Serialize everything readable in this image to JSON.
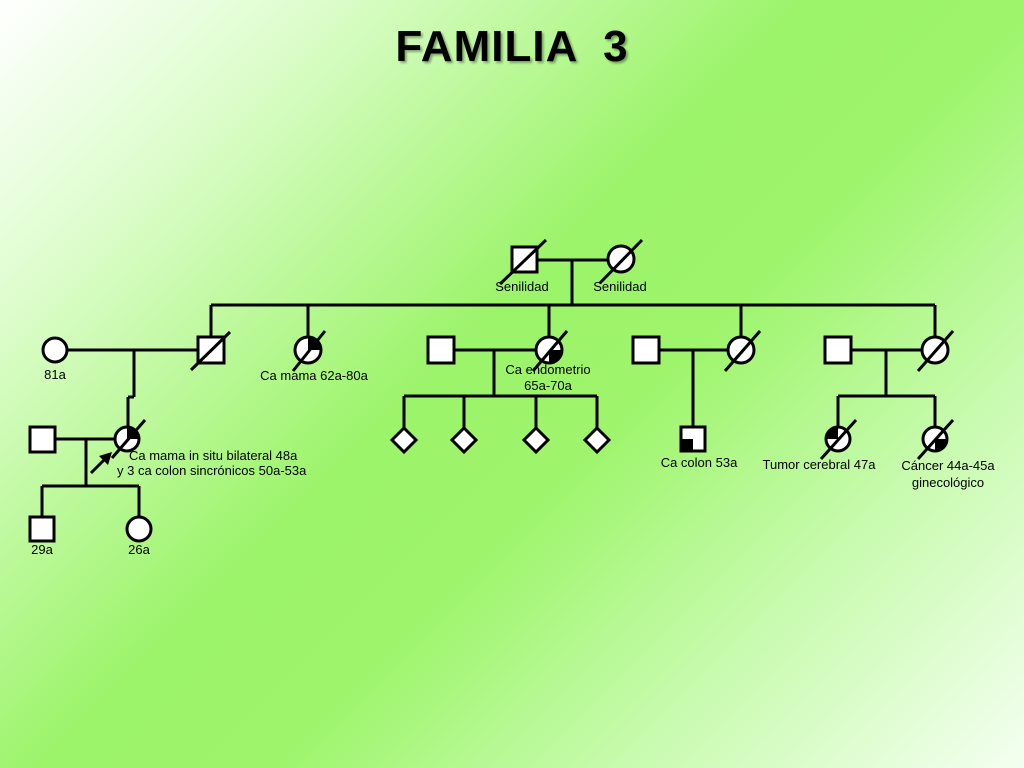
{
  "title": "FAMILIA  3",
  "colors": {
    "line": "#000000",
    "fill": "#ffffff",
    "affected": "#000000"
  },
  "labels": {
    "gen1_father": "Senilidad",
    "gen1_mother": "Senilidad",
    "outside_wife_age": "81a",
    "son1_partner_note": "",
    "daughter1": "Ca mama 62a-80a",
    "daughter2_line1": "Ca endometrio",
    "daughter2_line2": "65a-70a",
    "proband_line1": "Ca mama in situ bilateral 48a",
    "proband_line2": "y 3 ca colon sincrónicos 50a-53a",
    "grandson_age": "29a",
    "granddaughter_age": "26a",
    "son_colon": "Ca colon 53a",
    "daughter_tumor": "Tumor cerebral 47a",
    "daughter_cancer_line1": "Cáncer 44a-45a",
    "daughter_cancer_line2": "ginecológico"
  }
}
